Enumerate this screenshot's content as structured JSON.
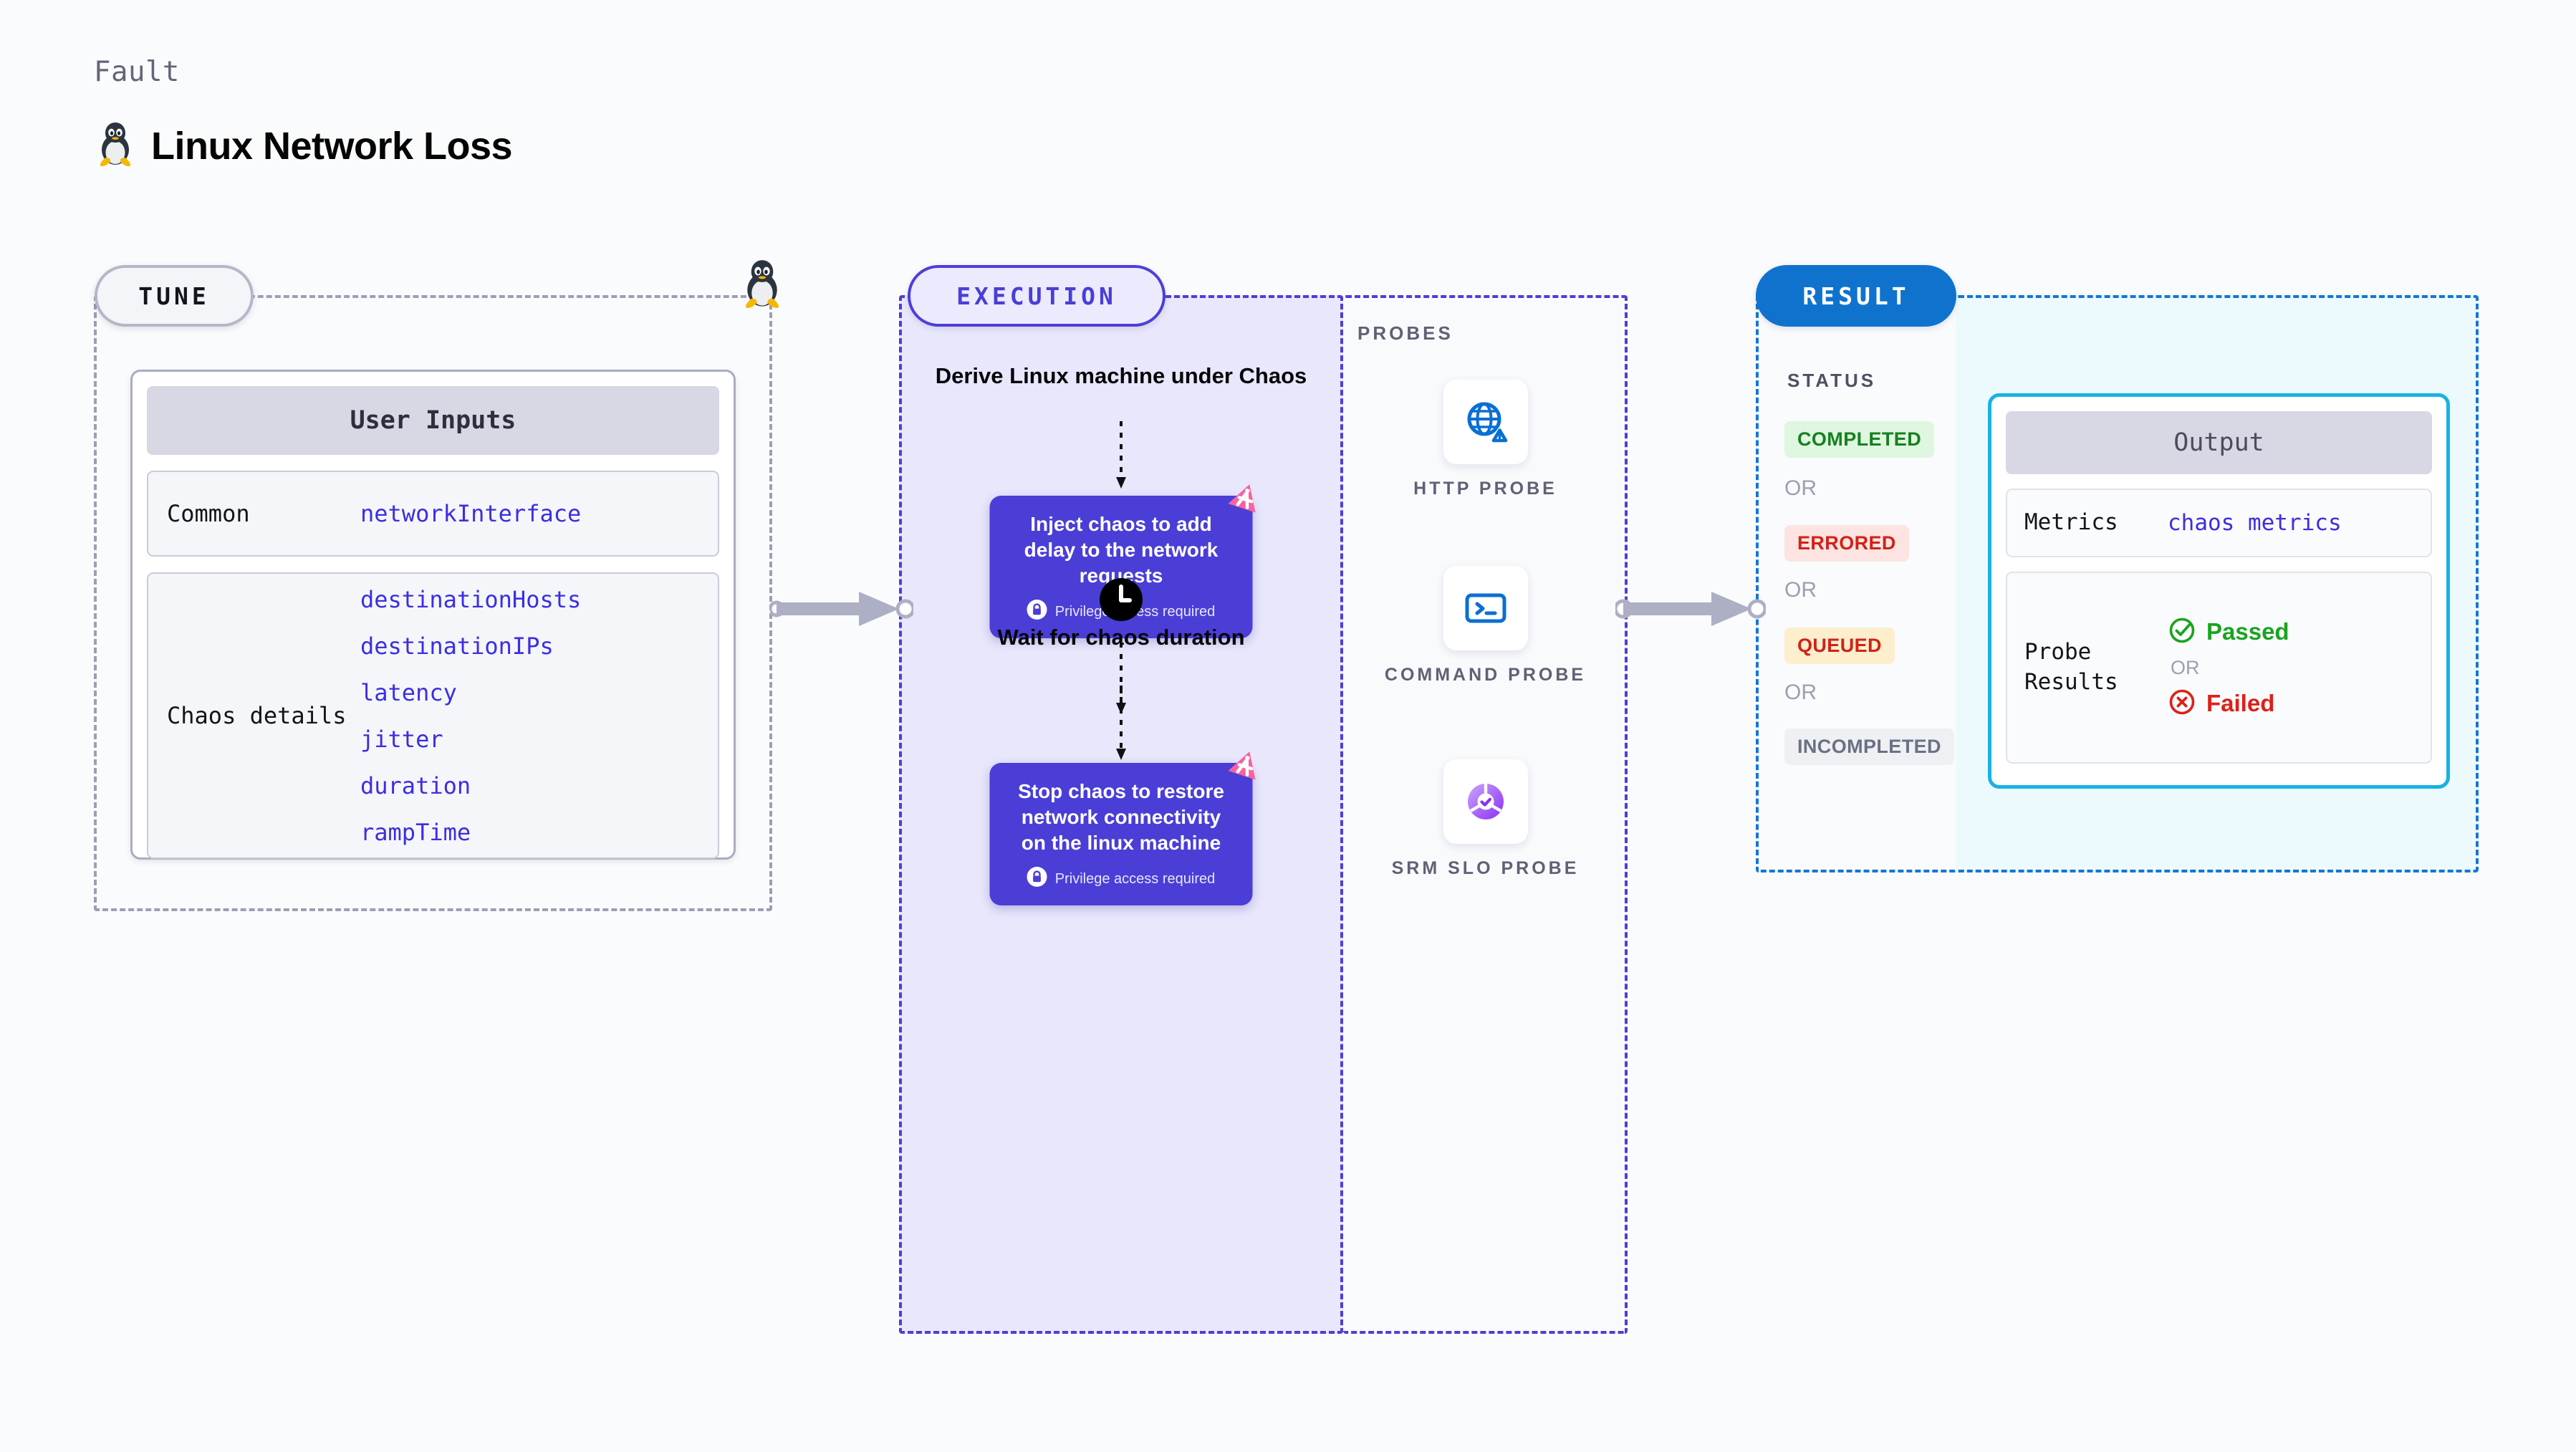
{
  "header": {
    "kicker": "Fault",
    "title": "Linux Network Loss",
    "icon": "tux-penguin-icon"
  },
  "tune": {
    "badge": "TUNE",
    "corner_icon": "tux-penguin-icon",
    "card_title": "User Inputs",
    "rows": [
      {
        "label": "Common",
        "values": [
          "networkInterface"
        ]
      },
      {
        "label": "Chaos details",
        "values": [
          "destinationHosts",
          "destinationIPs",
          "latency",
          "jitter",
          "duration",
          "rampTime"
        ]
      }
    ]
  },
  "execution": {
    "badge": "EXECUTION",
    "step1_title": "Derive Linux machine under Chaos",
    "card1_text": "Inject chaos to add delay to the network requests",
    "card1_privilege": "Privilege access required",
    "wait_title": "Wait for chaos duration",
    "wait_icon": "clock-icon",
    "card2_text": "Stop chaos to restore network connectivity on the linux machine",
    "card2_privilege": "Privilege access required",
    "corner_badge_icon": "harness-logo-icon",
    "lock_icon": "lock-icon"
  },
  "probes": {
    "title": "PROBES",
    "items": [
      {
        "label": "HTTP PROBE",
        "icon": "globe-warning-icon"
      },
      {
        "label": "COMMAND PROBE",
        "icon": "terminal-icon"
      },
      {
        "label": "SRM SLO PROBE",
        "icon": "slo-donut-check-icon"
      }
    ]
  },
  "result": {
    "badge": "RESULT",
    "status_title": "STATUS",
    "or_label": "OR",
    "statuses": [
      {
        "label": "COMPLETED",
        "color": "#16801f",
        "bg": "#dff6e0"
      },
      {
        "label": "ERRORED",
        "color": "#cf2318",
        "bg": "#fde4e2"
      },
      {
        "label": "QUEUED",
        "color": "#cf2318",
        "bg": "#fdefcd"
      },
      {
        "label": "INCOMPLETED",
        "color": "#6b7183",
        "bg": "#eef0f4"
      }
    ]
  },
  "output": {
    "card_title": "Output",
    "metrics_label": "Metrics",
    "metrics_value": "chaos metrics",
    "probe_results_label": "Probe Results",
    "passed_label": "Passed",
    "failed_label": "Failed",
    "or_label": "OR",
    "passed_icon": "check-circle-icon",
    "failed_icon": "x-circle-icon"
  },
  "colors": {
    "purple": "#4a3ed7",
    "pink": "#f7629d",
    "blue": "#0f73ce",
    "cyan": "#18b2e4",
    "green": "#1ba320",
    "red": "#de2018",
    "link": "#3c2ee0"
  }
}
